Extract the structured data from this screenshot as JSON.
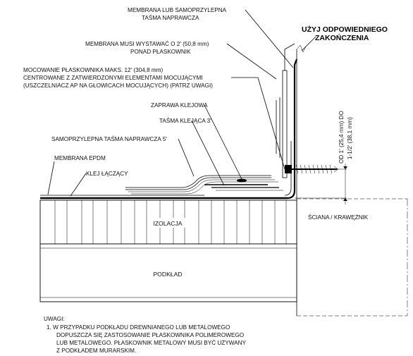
{
  "title": {
    "line1": "UŻYJ ODPOWIEDNIEGO",
    "line2": "ZAKOŃCZENIA"
  },
  "callouts": {
    "membrane_or_tape": [
      "MEMBRANA LUB SAMOPRZYLEPNA",
      "TAŚMA NAPRAWCZA"
    ],
    "membrane_extend": [
      "MEMBRANA MUSI WYSTAWAĆ O 2' (50,8 mm)",
      "PONAD PŁASKOWNIK"
    ],
    "bar_fastening": [
      "MOCOWANIE PŁASKOWNIKA MAKS. 12' (304,8 mm)",
      "CENTROWANE Z ZATWIERDZONYMI ELEMENTAMI MOCUJĄCYMI",
      "(USZCZELNIACZ AP NA GŁOWICACH MOCUJĄCYCH) (PATRZ UWAGI)"
    ],
    "lap_sealant": "ZAPRAWA KLEJOWA",
    "seam_tape": "TAŚMA KLEJĄCA 3'",
    "peel_stick_tape": "SAMOPRZYLEPNA TAŚMA NAPRAWCZA 5'",
    "epdm": "MEMBRANA EPDM",
    "bonding_adhesive": "KLEJ ŁĄCZĄCY"
  },
  "dimension": {
    "line1": "OD 1' (25,4 mm) DO",
    "line2": "1-1/2' (38,1 mm)"
  },
  "areas": {
    "insulation": "IZOLACJA",
    "deck": "PODKŁAD",
    "wall": "ŚCIANA / KRAWĘŻNIK"
  },
  "notes": {
    "heading": "UWAGI:",
    "lines": [
      "1. W PRZYPADKU PODKŁADU DREWNIANEGO LUB METALOWEGO",
      "DOPUSZCZA SIĘ ZASTOSOWANIE PŁASKOWNIKA POLIMEROWEGO",
      "LUB METALOWEGO. PŁASKOWNIK METALOWY MUSI BYĆ UŻYWANY",
      "Z PODKŁADEM MURARSKIM."
    ]
  }
}
